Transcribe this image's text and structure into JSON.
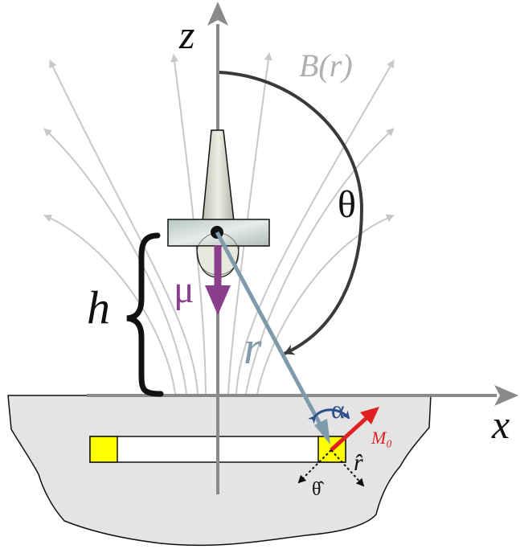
{
  "labels": {
    "z_axis": "z",
    "x_axis": "x",
    "field": "B(r)",
    "theta": "θ",
    "height": "h",
    "moment_tip": "μ",
    "r_vector": "r",
    "alpha": "α",
    "moment_sample": "M₀",
    "r_hat": "r̂",
    "theta_hat": "θ̂"
  },
  "colors": {
    "axis": "#8a8a8a",
    "field_lines": "#c8c8c8",
    "field_label": "#b0b0b0",
    "theta_arc": "#3a3a3a",
    "mu_arrow": "#8a3f8c",
    "r_vector": "#7f9aab",
    "alpha_arc": "#2d4f8a",
    "m0_arrow": "#e02020",
    "sample": "#e4e4e4",
    "squid_pad": "#ffff00",
    "text": "#111111"
  },
  "icons": {
    "tip": "cantilever-tip-icon",
    "sample": "sample-block-icon"
  }
}
